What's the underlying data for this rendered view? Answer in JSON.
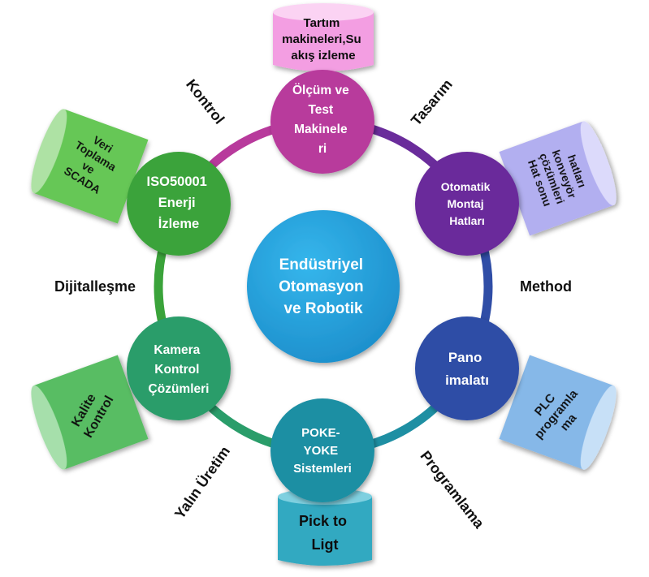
{
  "center": {
    "lines": [
      "Endüstriyel",
      "Otomasyon",
      "ve Robotik"
    ]
  },
  "nodes": [
    {
      "id": "olcum",
      "lines": [
        "Ölçüm ve",
        "Test",
        "Makinele",
        "ri"
      ],
      "color": "#b83a9c"
    },
    {
      "id": "montaj",
      "lines": [
        "Otomatik",
        "Montaj",
        "Hatları"
      ],
      "color": "#6a2c9b"
    },
    {
      "id": "pano",
      "lines": [
        "Pano",
        "imalatı"
      ],
      "color": "#2f4da6"
    },
    {
      "id": "poka",
      "lines": [
        "POKE-",
        "YOKE",
        "Sistemleri"
      ],
      "color": "#1e8fa3"
    },
    {
      "id": "kamera",
      "lines": [
        "Kamera",
        "Kontrol",
        "Çözümleri"
      ],
      "color": "#2a9d6a"
    },
    {
      "id": "iso",
      "lines": [
        "ISO50001",
        "Enerji",
        "İzleme"
      ],
      "color": "#3aa33a"
    }
  ],
  "connectors": [
    {
      "id": "tasarim",
      "label": "Tasarım"
    },
    {
      "id": "method",
      "label": "Method"
    },
    {
      "id": "program",
      "label": "Programlama"
    },
    {
      "id": "yalin",
      "label": "Yalın Üretim"
    },
    {
      "id": "dijital",
      "label": "Dijitalleşme"
    },
    {
      "id": "kontrol",
      "label": "Kontrol"
    }
  ],
  "cylinders": [
    {
      "id": "tartim",
      "lines": [
        "Tartım",
        "makineleri,Su",
        "akış izleme"
      ],
      "color": "#f4a8e4"
    },
    {
      "id": "hatsonu",
      "lines": [
        "Hat sonu",
        "çözümleri",
        "konveyör",
        "hatları"
      ],
      "color": "#b9b6f2"
    },
    {
      "id": "plc",
      "lines": [
        "PLC",
        "programla",
        "ma"
      ],
      "color": "#8fc0ec"
    },
    {
      "id": "pick",
      "lines": [
        "Pick to",
        "Ligt"
      ],
      "color": "#3fb1c7"
    },
    {
      "id": "kalite",
      "lines": [
        "Kalite",
        "Kontrol"
      ],
      "color": "#5cc06a"
    },
    {
      "id": "veri",
      "lines": [
        "Veri",
        "Toplama",
        "ve",
        "SCADA"
      ],
      "color": "#6acc58"
    }
  ]
}
